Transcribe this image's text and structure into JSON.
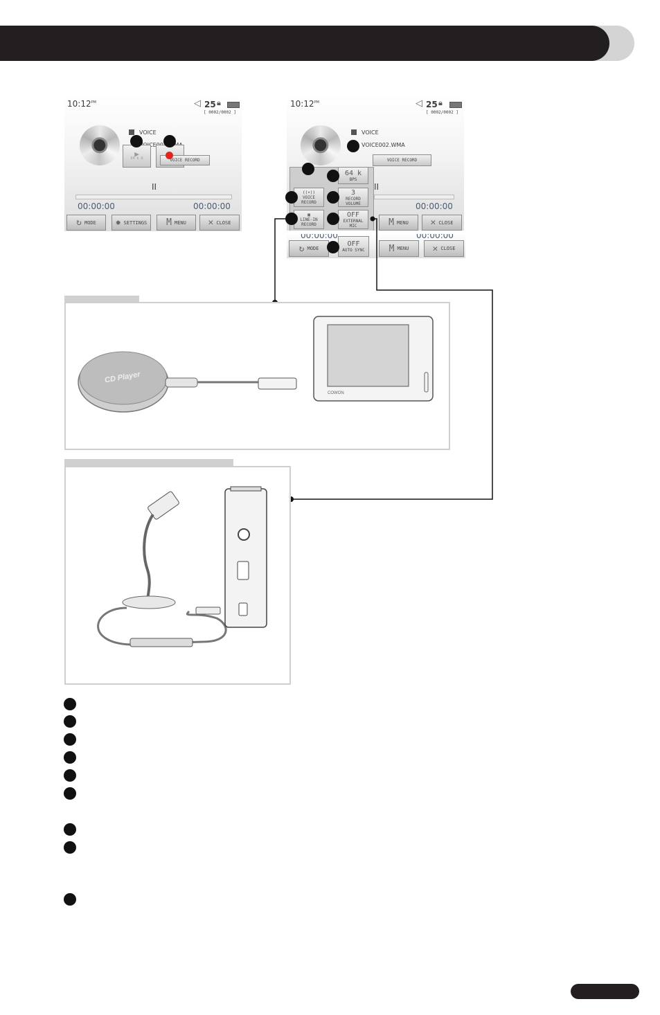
{
  "screen_left": {
    "time": "10:12",
    "ampm": "PM",
    "volume": "25",
    "file_counter": "[ 0002/0002 ]",
    "folder": "VOICE",
    "filename": "VOICE002.WMA",
    "record_button": "VOICE RECORD",
    "play_button": "64 k D",
    "pause_glyph": "II",
    "time_elapsed": "00:00:00",
    "time_total": "00:00:00",
    "toolbar": [
      "MODE",
      "SETTINGS",
      "MENU",
      "CLOSE"
    ]
  },
  "screen_right": {
    "time": "10:12",
    "ampm": "PM",
    "volume": "25",
    "file_counter": "[ 0002/0002 ]",
    "folder": "VOICE",
    "filename": "VOICE002.WMA",
    "record_button": "VOICE RECORD",
    "pause_glyph": "II",
    "time_total": "00:00:00",
    "time_bottom": "00:00:00",
    "menu": {
      "bitrate_value": "64 k",
      "bitrate_label": "BPS",
      "voice_record": "VOICE RECORD",
      "record_volume_value": "3",
      "record_volume_label": "RECORD VOLUME",
      "line_in_record": "LINE-IN RECORD",
      "external_mic_value": "OFF",
      "external_mic_label": "EXTERNAL MIC",
      "auto_sync_value": "OFF",
      "auto_sync_label": "AUTO SYNC"
    },
    "toolbar": [
      "MODE",
      "MENU",
      "CLOSE"
    ]
  },
  "cd_player": {
    "label": "CD Player",
    "device_brand": "COWON"
  },
  "icons": [
    "speaker-icon",
    "lock-icon",
    "battery-icon",
    "cd-icon",
    "mode-icon",
    "settings-icon",
    "menu-icon",
    "close-icon",
    "headphone-icon"
  ],
  "colors": {
    "header": "#231f20",
    "record_dot": "#e3241b",
    "frame": "#cfcfcf"
  }
}
